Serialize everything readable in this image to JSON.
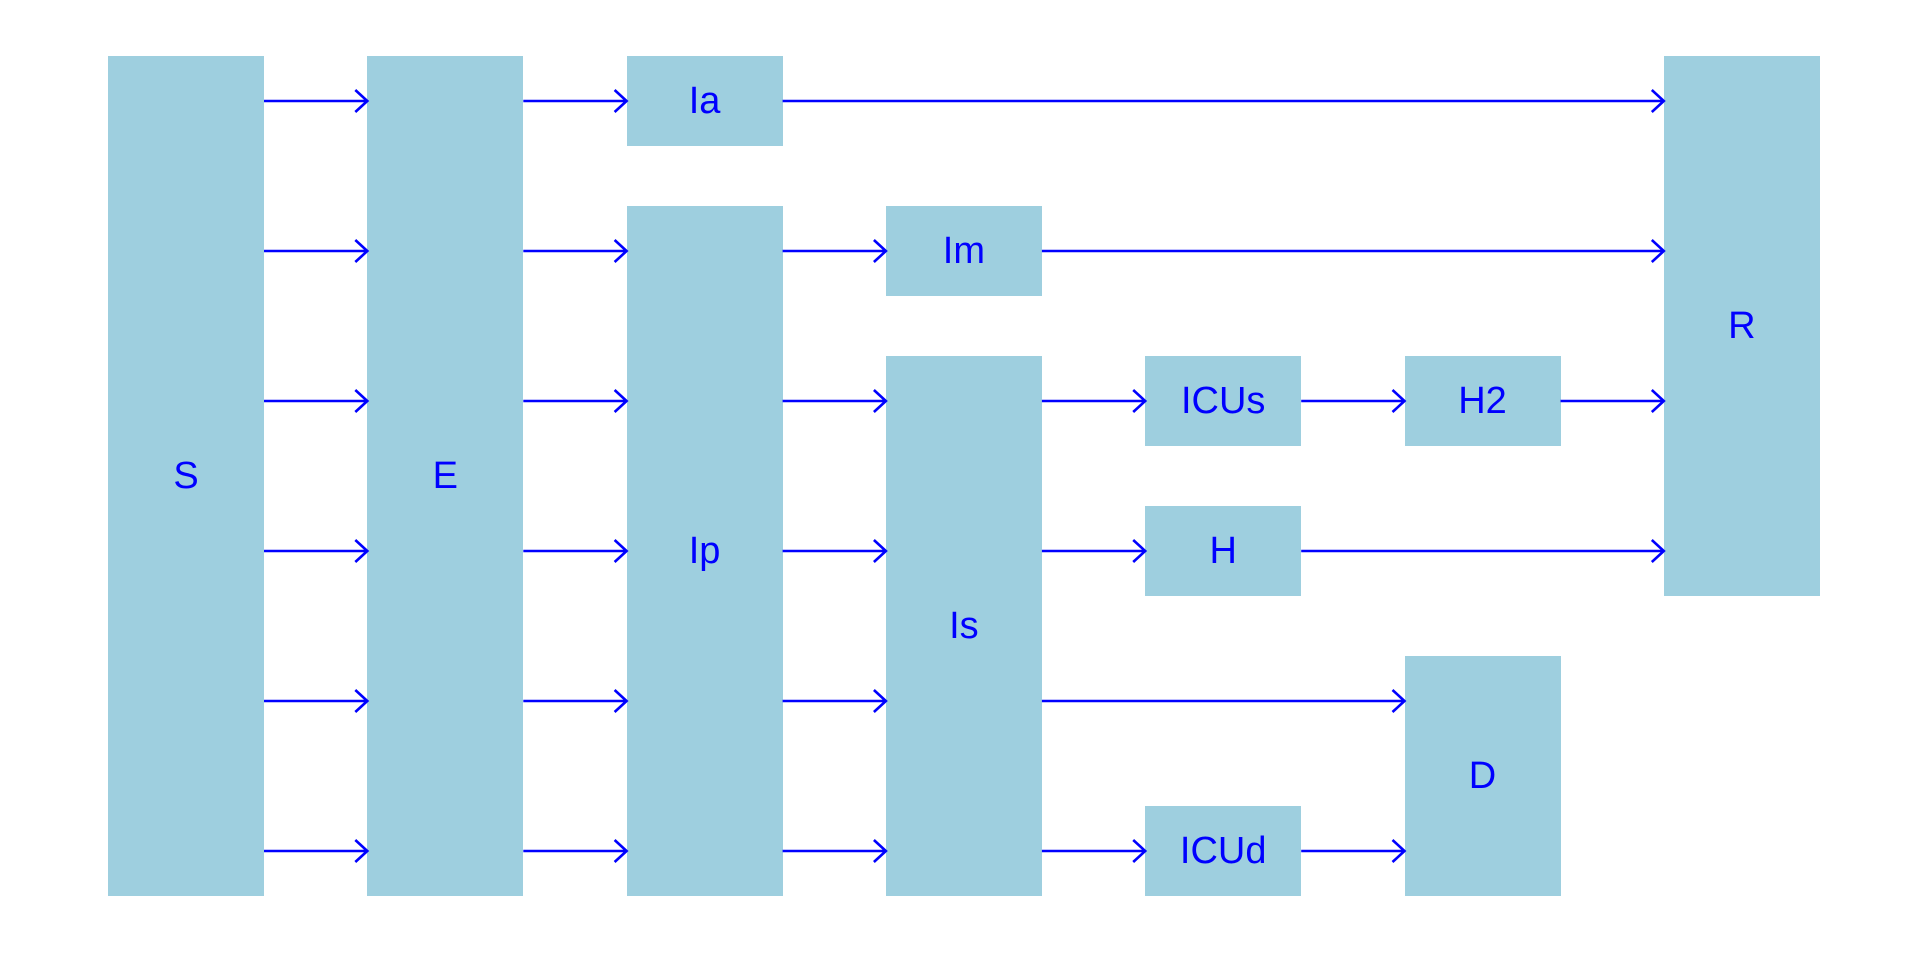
{
  "diagram": {
    "box_color": "#9ECFDF",
    "arrow_color": "#0000FF",
    "nodes": {
      "S": "S",
      "E": "E",
      "Ia": "Ia",
      "Ip": "Ip",
      "Im": "Im",
      "Is": "Is",
      "ICUs": "ICUs",
      "H": "H",
      "ICUd": "ICUd",
      "H2": "H2",
      "D": "D",
      "R": "R"
    },
    "edges": [
      [
        "S",
        "E"
      ],
      [
        "S",
        "E"
      ],
      [
        "S",
        "E"
      ],
      [
        "S",
        "E"
      ],
      [
        "S",
        "E"
      ],
      [
        "S",
        "E"
      ],
      [
        "E",
        "Ia"
      ],
      [
        "E",
        "Ip"
      ],
      [
        "E",
        "Ip"
      ],
      [
        "E",
        "Ip"
      ],
      [
        "E",
        "Ip"
      ],
      [
        "E",
        "Ip"
      ],
      [
        "Ia",
        "R"
      ],
      [
        "Ip",
        "Im"
      ],
      [
        "Ip",
        "Is"
      ],
      [
        "Ip",
        "Is"
      ],
      [
        "Ip",
        "Is"
      ],
      [
        "Ip",
        "Is"
      ],
      [
        "Im",
        "R"
      ],
      [
        "Is",
        "ICUs"
      ],
      [
        "Is",
        "H"
      ],
      [
        "Is",
        "D"
      ],
      [
        "Is",
        "ICUd"
      ],
      [
        "ICUs",
        "H2"
      ],
      [
        "H2",
        "R"
      ],
      [
        "H",
        "R"
      ],
      [
        "ICUd",
        "D"
      ]
    ]
  }
}
